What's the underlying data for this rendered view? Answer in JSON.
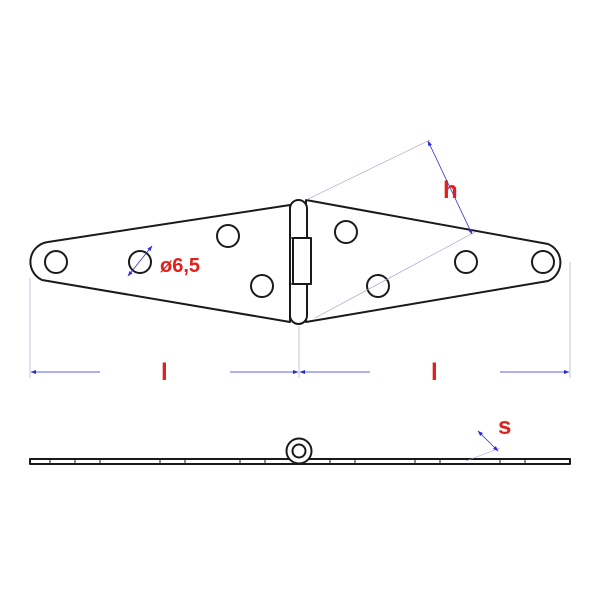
{
  "colors": {
    "outline": "#1a1a1a",
    "dimension_line": "#2b2bd6",
    "extension_line": "#9a9acf",
    "label": "#e0201b"
  },
  "labels": {
    "hole_diameter": "ø6,5",
    "height": "h",
    "length_left": "l",
    "length_right": "l",
    "thickness": "s"
  }
}
